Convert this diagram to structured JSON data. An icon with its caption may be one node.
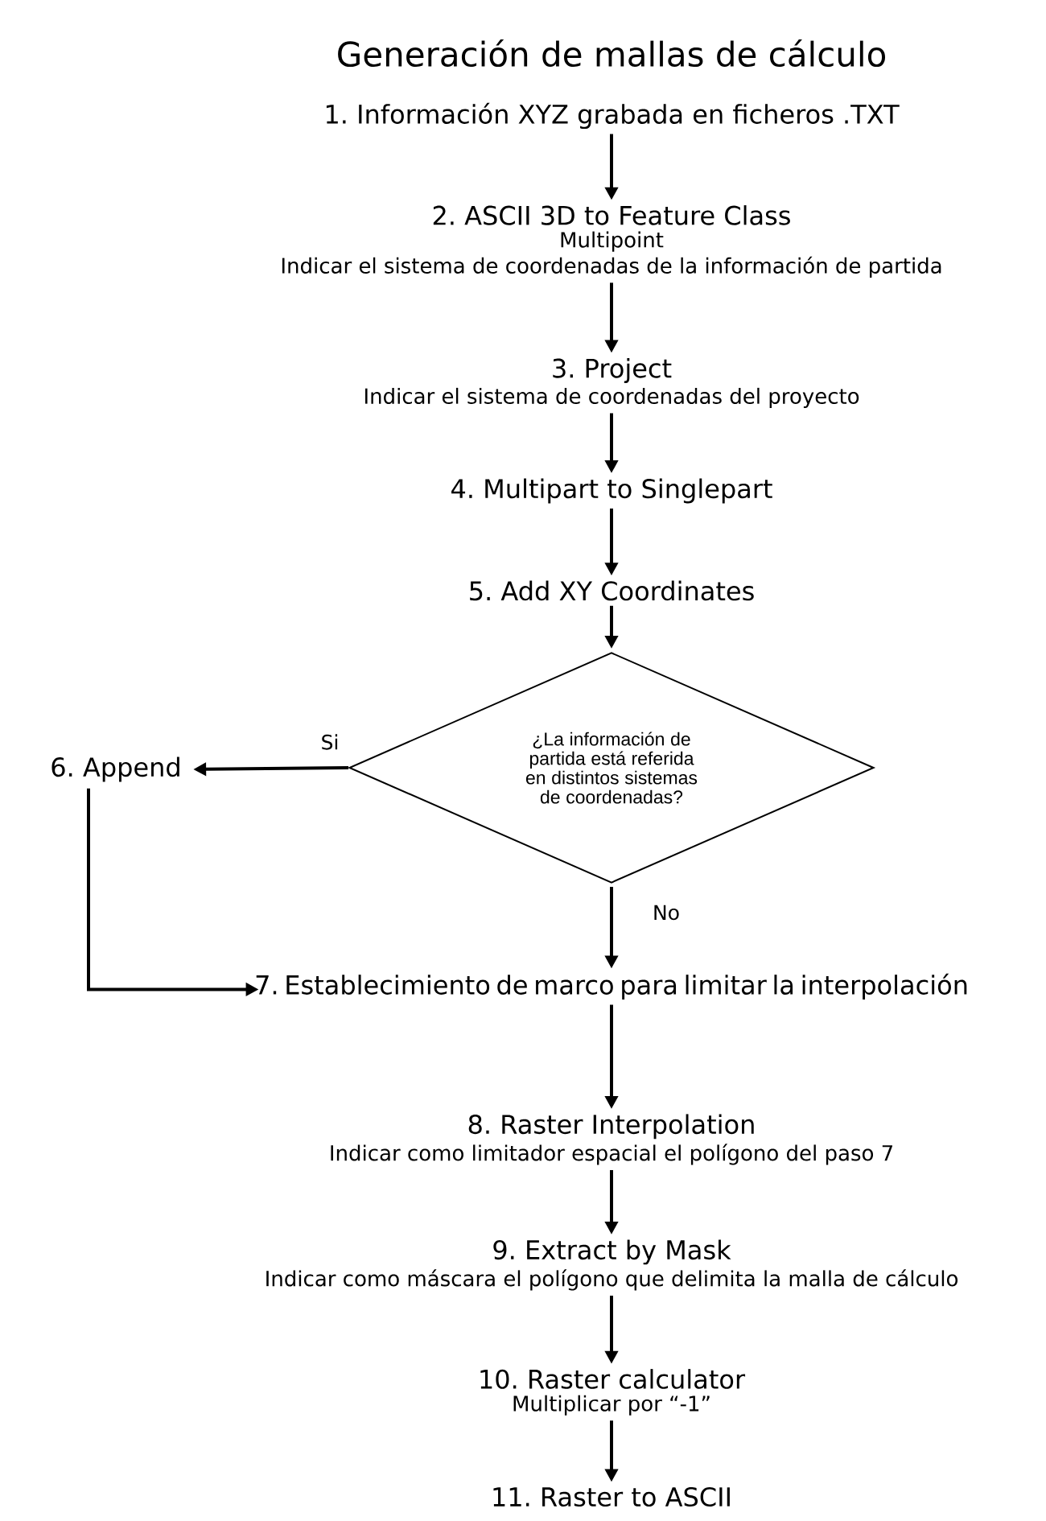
{
  "diagram": {
    "title": "Generación de mallas de cálculo",
    "nodes": [
      {
        "text": [
          "1. Información XYZ grabada en ficheros .TXT"
        ]
      },
      {
        "text": [
          "2. ASCII 3D to Feature Class",
          "Multipoint",
          "Indicar el sistema de coordenadas de la información de partida"
        ]
      },
      {
        "text": [
          "3. Project",
          "Indicar el sistema de coordenadas del proyecto"
        ]
      },
      {
        "text": [
          "4. Multipart to Singlepart"
        ]
      },
      {
        "text": [
          "5. Add XY Coordinates"
        ]
      },
      {
        "text": [
          "¿La información de partida está referida en distintos sistemas de coordenadas?"
        ]
      },
      {
        "text": [
          "6. Append"
        ]
      },
      {
        "text": [
          "7. Establecimiento de marco para limitar la interpolación"
        ]
      },
      {
        "text": [
          "8. Raster Interpolation",
          "Indicar como limitador espacial el polígono del paso 7"
        ]
      },
      {
        "text": [
          "9. Extract by Mask",
          "Indicar como máscara el polígono que delimita la malla de cálculo"
        ]
      },
      {
        "text": [
          "10. Raster calculator",
          "Multiplicar por “-1”"
        ]
      },
      {
        "text": [
          "11. Raster to ASCII"
        ]
      }
    ],
    "edges": [
      {
        "from": 0,
        "to": 1,
        "arrow": "to"
      },
      {
        "from": 1,
        "to": 2,
        "arrow": "to"
      },
      {
        "from": 2,
        "to": 3,
        "arrow": "to"
      },
      {
        "from": 3,
        "to": 4,
        "arrow": "to"
      },
      {
        "from": 4,
        "to": 5,
        "arrow": "to"
      },
      {
        "from": 5,
        "to": 6,
        "arrow": "to",
        "label": "Si"
      },
      {
        "from": 5,
        "to": 7,
        "arrow": "to",
        "label": "No"
      },
      {
        "from": 6,
        "to": 7,
        "arrow": "to"
      },
      {
        "from": 7,
        "to": 8,
        "arrow": "to"
      },
      {
        "from": 8,
        "to": 9,
        "arrow": "to"
      },
      {
        "from": 9,
        "to": 10,
        "arrow": "to"
      },
      {
        "from": 10,
        "to": 11,
        "arrow": "to"
      }
    ]
  }
}
